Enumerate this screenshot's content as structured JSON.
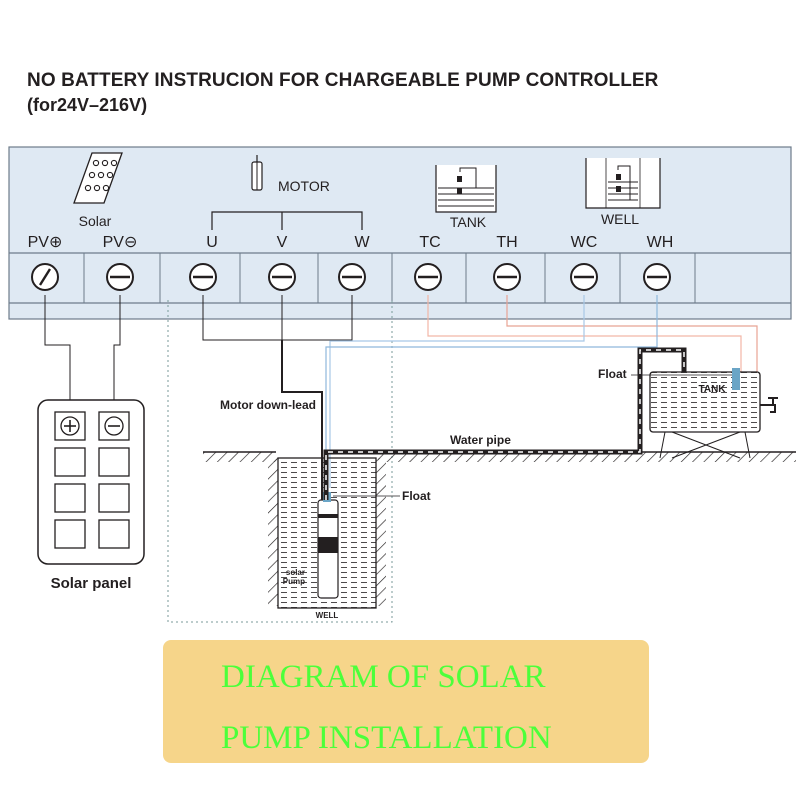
{
  "header": {
    "title": "NO BATTERY INSTRUCION FOR CHARGEABLE PUMP CONTROLLER",
    "subtitle": "(for24V–216V)"
  },
  "controller": {
    "solar_label": "Solar",
    "motor_label": "MOTOR",
    "tank_label": "TANK",
    "well_label": "WELL",
    "terminals": [
      "PV⊕",
      "PV⊖",
      "U",
      "V",
      "W",
      "TC",
      "TH",
      "WC",
      "WH"
    ]
  },
  "labels": {
    "motor_down_lead": "Motor down-lead",
    "water_pipe": "Water pipe",
    "float_tank": "Float",
    "float_well": "Float",
    "tank": "TANK",
    "well": "WELL",
    "solar_pump_1": "solar",
    "solar_pump_2": "Pump",
    "solar_panel": "Solar panel"
  },
  "banner": {
    "line1": "DIAGRAM OF SOLAR",
    "line2": "PUMP INSTALLATION",
    "background": "#f6d58a",
    "text_color": "#4cff3a"
  },
  "colors": {
    "panel_fill": "#dfe9f3",
    "line": "#231f20",
    "tc_wire": "#f2b6a6",
    "th_wire": "#e8a394",
    "wc_wire": "#a8c8e6",
    "wh_wire": "#8fb8dc",
    "float_blue": "#6aa5c6"
  }
}
